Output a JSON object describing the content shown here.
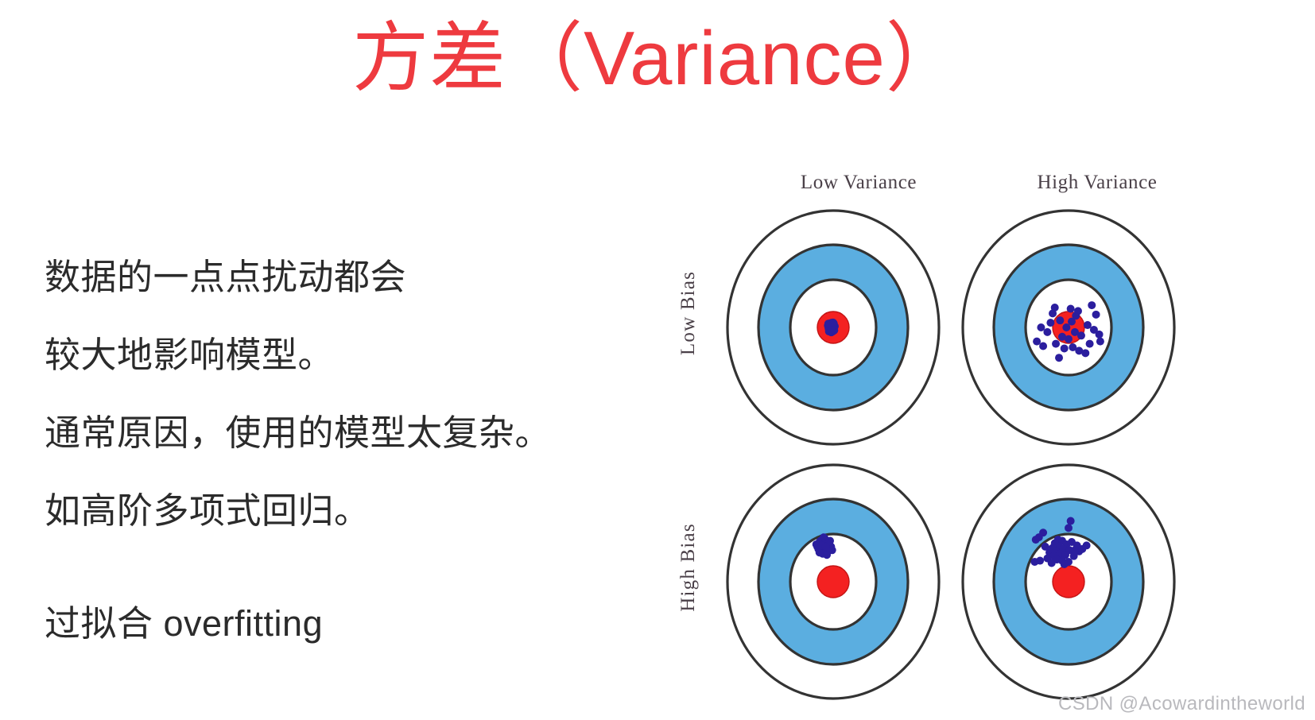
{
  "slide": {
    "title": "方差（Variance）",
    "title_color": "#EE3A3F",
    "background": "#FFFFFF",
    "body_lines": [
      "数据的一点点扰动都会",
      "较大地影响模型。",
      "通常原因，使用的模型太复杂。",
      "如高阶多项式回归。",
      "过拟合 overfitting"
    ],
    "body_color": "#2B2B2B"
  },
  "figure": {
    "column_headers": [
      "Low Variance",
      "High Variance"
    ],
    "row_headers": [
      "Low Bias",
      "High Bias"
    ],
    "colors": {
      "ring_blue": "#5BAEE0",
      "bullseye_red": "#F42121",
      "dot_navy": "#2B1E9E",
      "outline": "#333333",
      "ring_white": "#FFFFFF"
    },
    "chart_data": {
      "type": "scatter",
      "title": "Bias-Variance target diagram",
      "xlabel": "Variance",
      "ylabel": "Bias",
      "grid": false,
      "legend": "none",
      "panels": [
        {
          "row": "Low Bias",
          "col": "Low Variance",
          "center": [
            0,
            0
          ],
          "spread": 0.04,
          "n_points": 26,
          "points": [
            [
              -0.035,
              0.02
            ],
            [
              -0.015,
              0.04
            ],
            [
              0.005,
              0.035
            ],
            [
              -0.045,
              0.0
            ],
            [
              -0.025,
              -0.02
            ],
            [
              -0.005,
              -0.035
            ],
            [
              -0.04,
              -0.035
            ],
            [
              0.015,
              0.01
            ],
            [
              -0.02,
              0.01
            ],
            [
              -0.01,
              -0.01
            ],
            [
              -0.03,
              -0.005
            ],
            [
              0.0,
              0.025
            ],
            [
              -0.05,
              0.015
            ],
            [
              -0.012,
              0.03
            ],
            [
              -0.028,
              0.035
            ],
            [
              0.01,
              -0.025
            ],
            [
              -0.018,
              -0.042
            ],
            [
              -0.038,
              0.028
            ],
            [
              -0.008,
              0.0
            ],
            [
              -0.022,
              -0.03
            ],
            [
              -0.042,
              -0.015
            ],
            [
              0.002,
              -0.015
            ],
            [
              -0.032,
              0.012
            ],
            [
              -0.016,
              -0.022
            ],
            [
              -0.046,
              0.032
            ],
            [
              -0.002,
              0.042
            ]
          ]
        },
        {
          "row": "Low Bias",
          "col": "High Variance",
          "center": [
            0,
            0
          ],
          "spread": 0.22,
          "n_points": 30,
          "points": [
            [
              -0.13,
              0.17
            ],
            [
              0.02,
              0.16
            ],
            [
              0.22,
              0.19
            ],
            [
              0.26,
              0.11
            ],
            [
              -0.17,
              0.04
            ],
            [
              -0.08,
              0.06
            ],
            [
              0.03,
              0.05
            ],
            [
              0.07,
              0.1
            ],
            [
              -0.2,
              -0.04
            ],
            [
              -0.3,
              -0.12
            ],
            [
              -0.24,
              -0.16
            ],
            [
              0.24,
              -0.02
            ],
            [
              0.29,
              -0.06
            ],
            [
              0.3,
              -0.12
            ],
            [
              -0.12,
              -0.14
            ],
            [
              -0.04,
              -0.18
            ],
            [
              0.04,
              -0.17
            ],
            [
              0.1,
              -0.2
            ],
            [
              0.16,
              -0.22
            ],
            [
              -0.09,
              -0.26
            ],
            [
              -0.02,
              0.0
            ],
            [
              0.06,
              -0.04
            ],
            [
              0.12,
              -0.07
            ],
            [
              -0.06,
              -0.08
            ],
            [
              0.0,
              -0.1
            ],
            [
              0.18,
              0.02
            ],
            [
              -0.15,
              0.12
            ],
            [
              0.09,
              0.14
            ],
            [
              -0.26,
              0.0
            ],
            [
              0.2,
              -0.14
            ]
          ]
        },
        {
          "row": "High Bias",
          "col": "Low Variance",
          "center": [
            -0.09,
            0.3
          ],
          "spread": 0.05,
          "n_points": 28,
          "points": [
            [
              -0.13,
              0.34
            ],
            [
              -0.1,
              0.36
            ],
            [
              -0.07,
              0.33
            ],
            [
              -0.12,
              0.3
            ],
            [
              -0.08,
              0.29
            ],
            [
              -0.05,
              0.31
            ],
            [
              -0.03,
              0.28
            ],
            [
              -0.11,
              0.26
            ],
            [
              -0.15,
              0.3
            ],
            [
              -0.06,
              0.35
            ],
            [
              -0.09,
              0.32
            ],
            [
              -0.04,
              0.33
            ],
            [
              -0.14,
              0.28
            ],
            [
              -0.02,
              0.3
            ],
            [
              -0.07,
              0.27
            ],
            [
              -0.1,
              0.24
            ],
            [
              -0.12,
              0.35
            ],
            [
              -0.05,
              0.26
            ],
            [
              -0.16,
              0.32
            ],
            [
              -0.03,
              0.35
            ],
            [
              -0.08,
              0.37
            ],
            [
              -0.01,
              0.27
            ],
            [
              -0.13,
              0.25
            ],
            [
              -0.06,
              0.23
            ],
            [
              -0.09,
              0.38
            ],
            [
              -0.04,
              0.29
            ],
            [
              -0.11,
              0.31
            ],
            [
              -0.07,
              0.3
            ]
          ]
        },
        {
          "row": "High Bias",
          "col": "High Variance",
          "center": [
            -0.1,
            0.33
          ],
          "spread": 0.16,
          "n_points": 34,
          "points": [
            [
              0.02,
              0.52
            ],
            [
              0.0,
              0.46
            ],
            [
              -0.24,
              0.42
            ],
            [
              -0.28,
              0.38
            ],
            [
              -0.31,
              0.36
            ],
            [
              0.03,
              0.34
            ],
            [
              -0.1,
              0.36
            ],
            [
              -0.06,
              0.35
            ],
            [
              -0.13,
              0.33
            ],
            [
              -0.02,
              0.32
            ],
            [
              0.08,
              0.31
            ],
            [
              0.17,
              0.31
            ],
            [
              -0.09,
              0.3
            ],
            [
              -0.15,
              0.29
            ],
            [
              -0.05,
              0.28
            ],
            [
              0.01,
              0.27
            ],
            [
              0.1,
              0.26
            ],
            [
              -0.12,
              0.26
            ],
            [
              -0.18,
              0.25
            ],
            [
              -0.08,
              0.24
            ],
            [
              -0.03,
              0.23
            ],
            [
              0.05,
              0.22
            ],
            [
              -0.14,
              0.22
            ],
            [
              -0.2,
              0.2
            ],
            [
              -0.27,
              0.18
            ],
            [
              -0.32,
              0.17
            ],
            [
              -0.11,
              0.19
            ],
            [
              -0.06,
              0.18
            ],
            [
              0.0,
              0.17
            ],
            [
              -0.16,
              0.16
            ],
            [
              -0.04,
              0.15
            ],
            [
              0.06,
              0.27
            ],
            [
              -0.22,
              0.3
            ],
            [
              0.13,
              0.28
            ]
          ]
        }
      ]
    }
  },
  "watermark": {
    "text": "CSDN @Acowardintheworld"
  }
}
